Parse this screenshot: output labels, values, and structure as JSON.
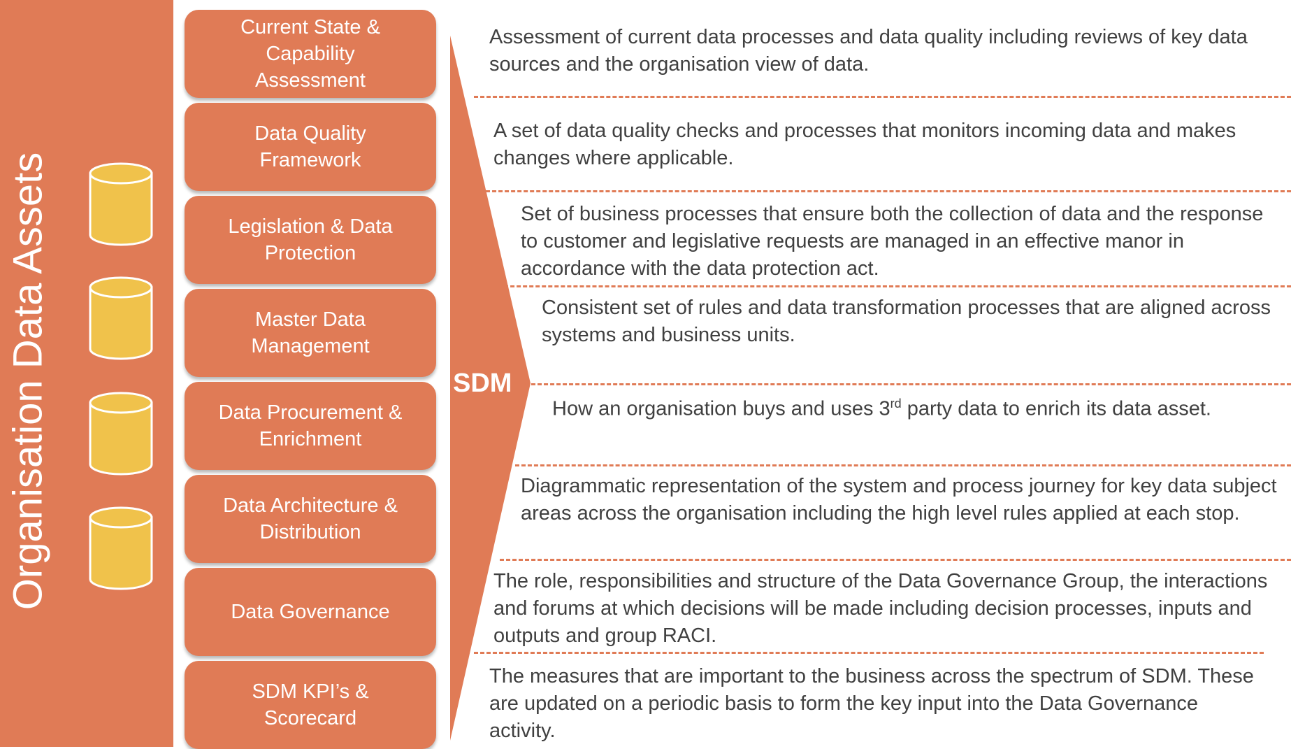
{
  "left_panel": {
    "title": "Organisation Data Assets",
    "icon": "database-icon",
    "icon_count": 4
  },
  "center_label": "SDM",
  "components": [
    {
      "label": "Current State &\nCapability\nAssessment"
    },
    {
      "label": "Data Quality\nFramework"
    },
    {
      "label": "Legislation & Data\nProtection"
    },
    {
      "label": "Master Data\nManagement"
    },
    {
      "label": "Data Procurement &\nEnrichment"
    },
    {
      "label": "Data Architecture &\nDistribution"
    },
    {
      "label": "Data Governance"
    },
    {
      "label": "SDM KPI’s &\nScorecard"
    }
  ],
  "descriptions": [
    {
      "text": "Assessment of current data processes and data quality including reviews of key data sources and the organisation view of data."
    },
    {
      "text": "A set of data quality checks and processes that monitors incoming data and makes changes where applicable."
    },
    {
      "text": "Set of business processes that ensure both the collection of data and the response to customer and legislative requests are managed in an effective manor in accordance with the data protection act."
    },
    {
      "text": "Consistent set of rules and data transformation processes that are aligned across systems and business units."
    },
    {
      "text_before": "How an organisation buys and uses 3",
      "superscript": "rd",
      "text_after": " party data to enrich its data asset."
    },
    {
      "text": "Diagrammatic representation of the system and process journey for key data subject areas across the organisation including the high level rules applied at each stop."
    },
    {
      "text": "The role, responsibilities and structure of the Data Governance Group, the interactions and forums at which decisions will be made including decision processes, inputs and outputs and group RACI."
    },
    {
      "text": "The measures that are important to the business across the spectrum of SDM. These are updated on a periodic basis to form the key input into the Data Governance activity."
    }
  ],
  "colors": {
    "accent": "#E07B56",
    "database": "#F0C24B",
    "text": "#404040",
    "box_text": "#ffffff"
  }
}
